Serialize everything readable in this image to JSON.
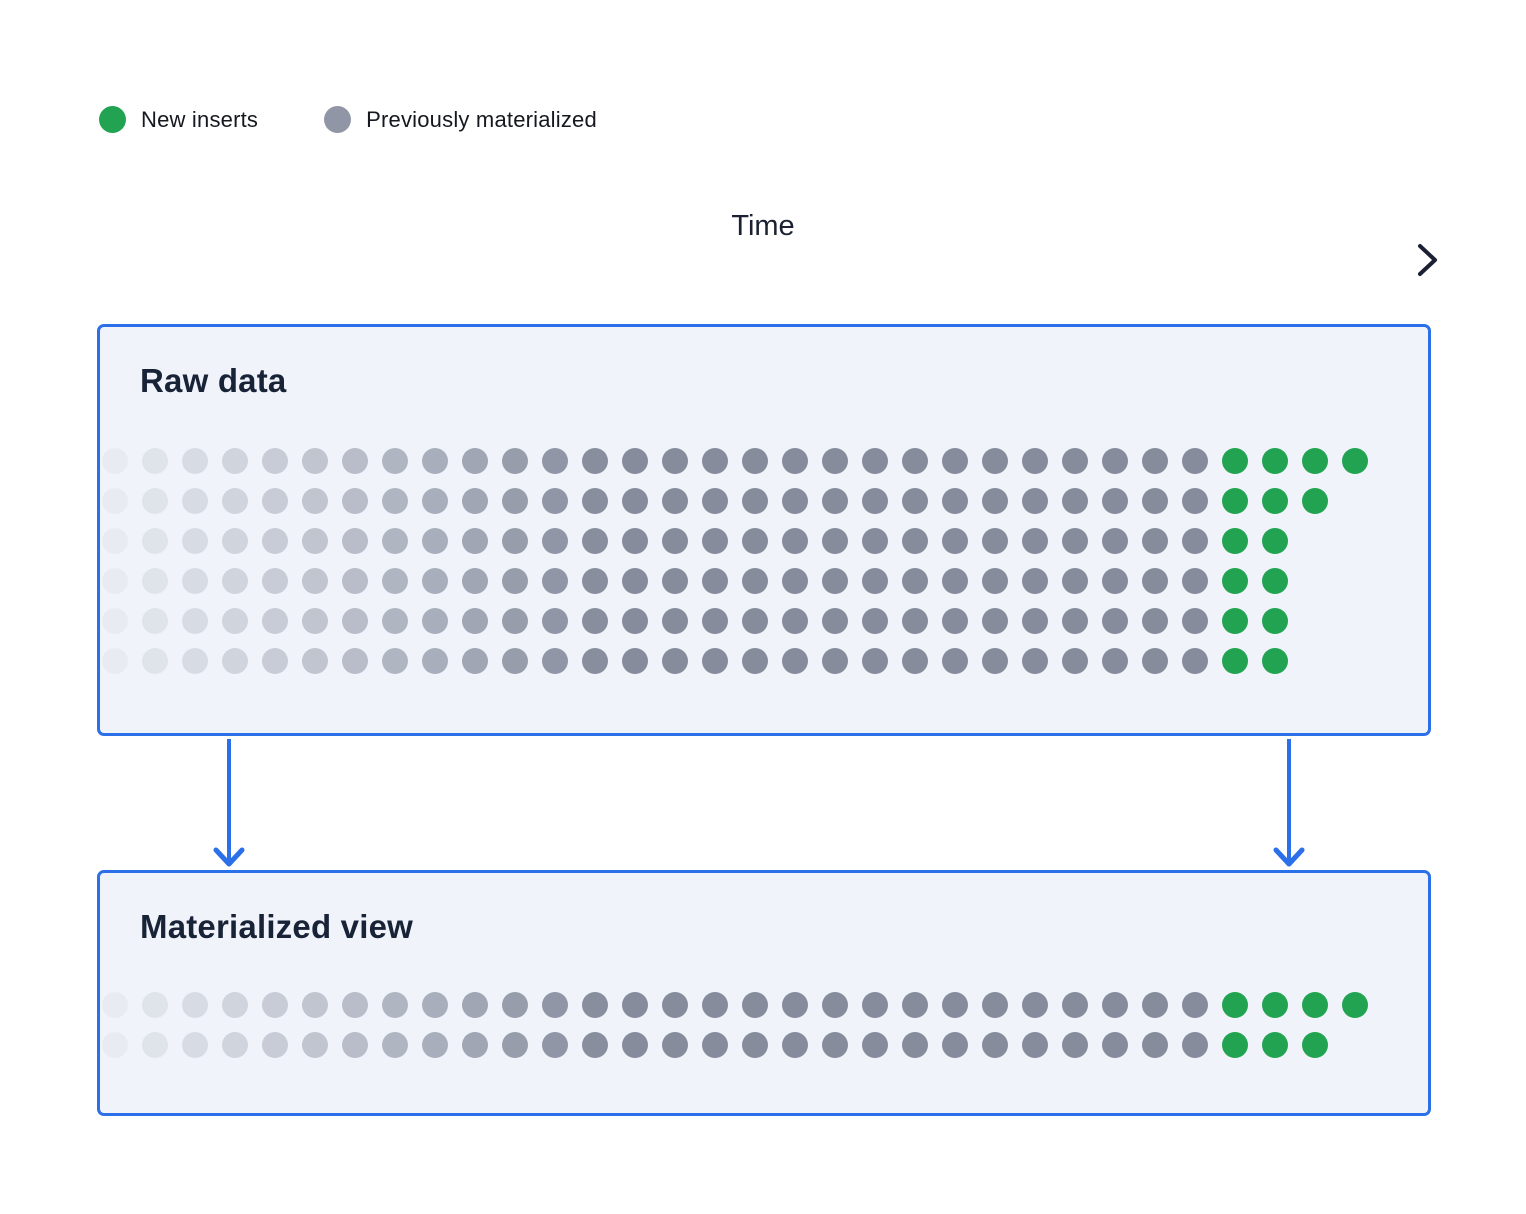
{
  "legend": {
    "items": [
      {
        "name": "new-inserts",
        "label": "New inserts",
        "color": "#21a351"
      },
      {
        "name": "previously-materialized",
        "label": "Previously materialized",
        "color": "#9196a6"
      }
    ]
  },
  "time_axis": {
    "label": "Time",
    "color": "#1b2133"
  },
  "raw_data_box": {
    "title": "Raw data",
    "rows": [
      {
        "gray": 28,
        "green": 4
      },
      {
        "gray": 28,
        "green": 3
      },
      {
        "gray": 28,
        "green": 2
      },
      {
        "gray": 28,
        "green": 2
      },
      {
        "gray": 28,
        "green": 2
      },
      {
        "gray": 28,
        "green": 2
      }
    ]
  },
  "materialized_view_box": {
    "title": "Materialized view",
    "rows": [
      {
        "gray": 28,
        "green": 4
      },
      {
        "gray": 28,
        "green": 3
      }
    ]
  },
  "dots": {
    "gray_color": "#868c9c",
    "green_color": "#21a351",
    "min_opacity": 0.08,
    "opacity_step": 0.075
  },
  "colors": {
    "accent_blue": "#2b6fe9",
    "box_background": "#f0f4fa",
    "title_navy": "#192338",
    "axis_navy": "#1b2133",
    "legend_text": "#15181e"
  }
}
